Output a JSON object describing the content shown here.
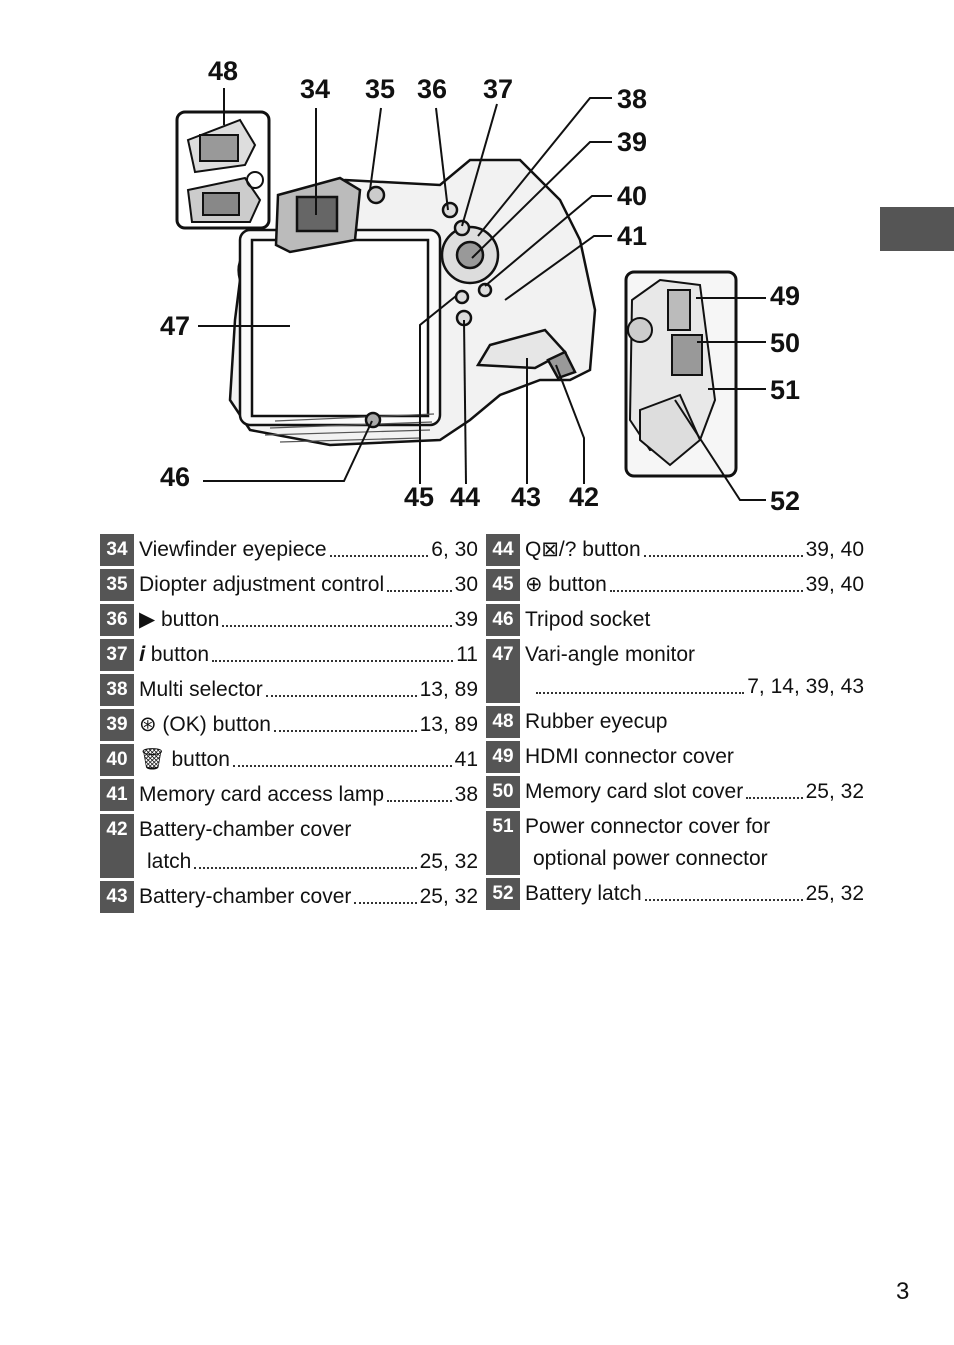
{
  "figure": {
    "callouts": [
      "48",
      "34",
      "35",
      "36",
      "37",
      "38",
      "39",
      "40",
      "41",
      "47",
      "46",
      "45",
      "44",
      "43",
      "42",
      "49",
      "50",
      "51",
      "52"
    ]
  },
  "legend": {
    "left": [
      {
        "num": "34",
        "label": "Viewfinder eyepiece",
        "pages": "6, 30"
      },
      {
        "num": "35",
        "label": "Diopter adjustment control",
        "pages": "30"
      },
      {
        "num": "36",
        "label": "▶ button",
        "pages": "39"
      },
      {
        "num": "37",
        "label": "𝒊 button",
        "pages": "11"
      },
      {
        "num": "38",
        "label": "Multi selector",
        "pages": "13, 89"
      },
      {
        "num": "39",
        "label": "⊛ (OK) button",
        "pages": "13, 89"
      },
      {
        "num": "40",
        "label": "🗑 button",
        "pages": "41"
      },
      {
        "num": "41",
        "label": "Memory card access lamp",
        "pages": "38"
      },
      {
        "num": "42",
        "label": "Battery-chamber cover",
        "label2": "latch",
        "pages": "25, 32"
      },
      {
        "num": "43",
        "label": "Battery-chamber cover",
        "pages": "25, 32"
      }
    ],
    "right": [
      {
        "num": "44",
        "label": "Q⊠/? button",
        "pages": "39, 40"
      },
      {
        "num": "45",
        "label": "⊕ button",
        "pages": "39, 40"
      },
      {
        "num": "46",
        "label": "Tripod socket",
        "pages": ""
      },
      {
        "num": "47",
        "label": "Vari-angle monitor",
        "label2": "",
        "pages": "7, 14, 39, 43"
      },
      {
        "num": "48",
        "label": "Rubber eyecup",
        "pages": ""
      },
      {
        "num": "49",
        "label": "HDMI connector cover",
        "pages": ""
      },
      {
        "num": "50",
        "label": "Memory card slot cover",
        "pages": "25, 32"
      },
      {
        "num": "51",
        "label": "Power connector cover for",
        "label2": "optional power connector",
        "pages": ""
      },
      {
        "num": "52",
        "label": "Battery latch",
        "pages": "25, 32"
      }
    ]
  },
  "page_number": "3"
}
